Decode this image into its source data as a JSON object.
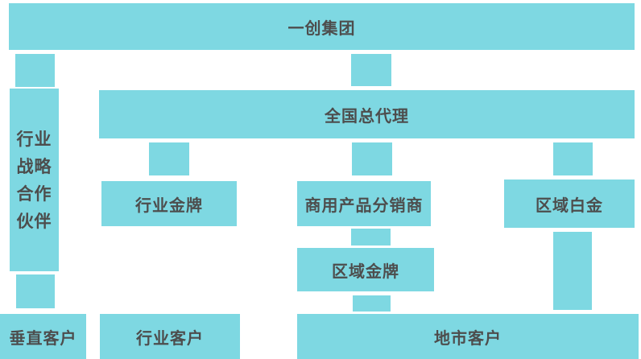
{
  "colors": {
    "node_fill": "#7ed8e2",
    "label_text": "#4d4d4d",
    "background": "#ffffff"
  },
  "nodes": {
    "group": {
      "label": "一创集团"
    },
    "strategic_partner": {
      "label": "行业战略合作伙伴",
      "lines": [
        "行业",
        "战略",
        "合作",
        "伙伴"
      ]
    },
    "national_agent": {
      "label": "全国总代理"
    },
    "industry_gold": {
      "label": "行业金牌"
    },
    "commercial_distributor": {
      "label": "商用产品分销商"
    },
    "regional_platinum": {
      "label": "区域白金"
    },
    "regional_gold": {
      "label": "区域金牌"
    },
    "vertical_customers": {
      "label": "垂直客户"
    },
    "industry_customers": {
      "label": "行业客户"
    },
    "city_customers": {
      "label": "地市客户"
    }
  },
  "edges": [
    {
      "from": "一创集团",
      "to": "行业战略合作伙伴"
    },
    {
      "from": "一创集团",
      "to": "全国总代理"
    },
    {
      "from": "全国总代理",
      "to": "行业金牌"
    },
    {
      "from": "全国总代理",
      "to": "商用产品分销商"
    },
    {
      "from": "全国总代理",
      "to": "区域白金"
    },
    {
      "from": "商用产品分销商",
      "to": "区域金牌"
    },
    {
      "from": "行业战略合作伙伴",
      "to": "垂直客户"
    },
    {
      "from": "行业金牌",
      "to": "行业客户"
    },
    {
      "from": "区域金牌",
      "to": "地市客户"
    },
    {
      "from": "区域白金",
      "to": "地市客户"
    }
  ]
}
